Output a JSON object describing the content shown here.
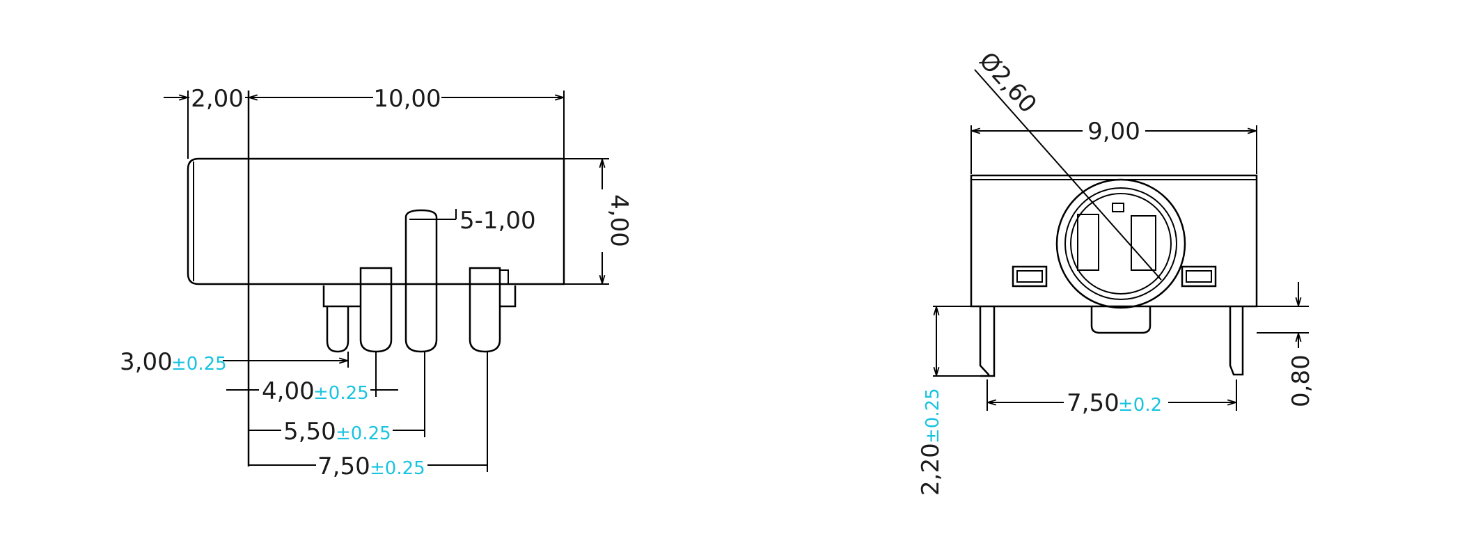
{
  "colors": {
    "line": "#000000",
    "text": "#1a1a1a",
    "tolerance": "#19c3e0",
    "background": "#ffffff"
  },
  "side_view": {
    "dim_flange": "2,00",
    "dim_body_length": "10,00",
    "dim_height": "4,00",
    "dim_pins": "5-1,00",
    "dim_pin1": {
      "value": "3,00",
      "tol": "±0.25"
    },
    "dim_pin2": {
      "value": "4,00",
      "tol": "±0.25"
    },
    "dim_pin3": {
      "value": "5,50",
      "tol": "±0.25"
    },
    "dim_pin4": {
      "value": "7,50",
      "tol": "±0.25"
    }
  },
  "front_view": {
    "dim_hole": "Ø2,60",
    "dim_width": "9,00",
    "dim_pin_spacing": {
      "value": "7,50",
      "tol": "±0.2"
    },
    "dim_pin_length": {
      "value": "2,20",
      "tol": "±0.25"
    },
    "dim_pin_thickness": "0,80"
  }
}
